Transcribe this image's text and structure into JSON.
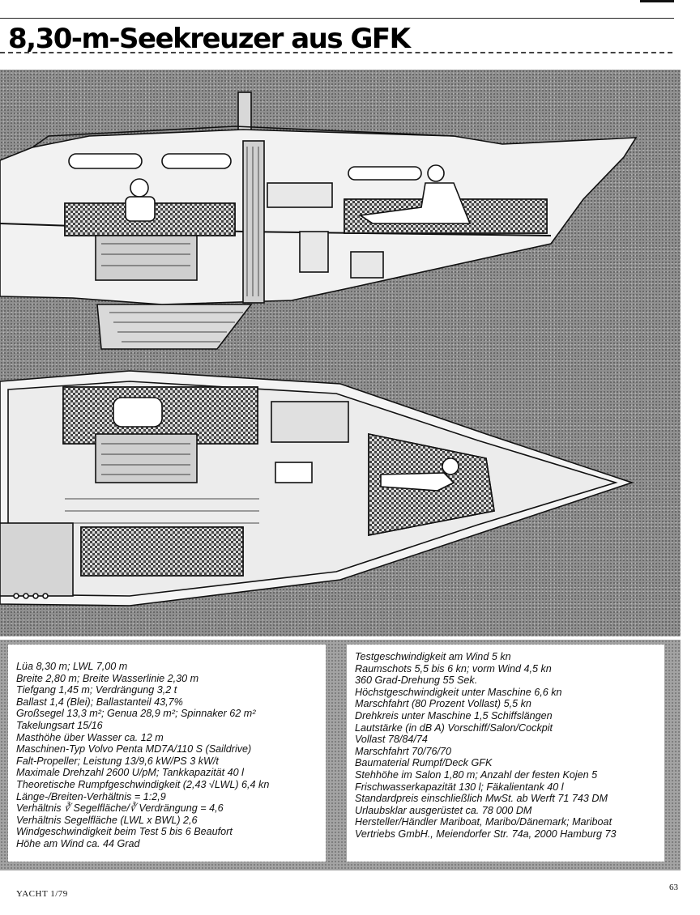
{
  "headline": "8,30-m-Seekreuzer aus GFK",
  "specs_left": [
    "Lüa 8,30 m; LWL 7,00 m",
    "Breite 2,80 m; Breite Wasserlinie 2,30 m",
    "Tiefgang 1,45 m; Verdrängung 3,2 t",
    "Ballast 1,4 (Blei); Ballastanteil 43,7%",
    "Großsegel 13,3 m²; Genua 28,9 m²; Spinnaker 62 m²",
    "Takelungsart 15/16",
    "Masthöhe über Wasser ca. 12 m",
    "Maschinen-Typ Volvo Penta MD7A/110 S (Saildrive)",
    "Falt-Propeller; Leistung 13/9,6 kW/PS 3 kW/t",
    "Maximale Drehzahl 2600 U/pM; Tankkapazität 40 l",
    "Theoretische Rumpfgeschwindigkeit (2,43 √LWL) 6,4 kn",
    "Länge-/Breiten-Verhältnis = 1:2,9",
    "Verhältnis ∛ Segelfläche/∛ Verdrängung = 4,6",
    "Verhältnis Segelfläche (LWL x BWL) 2,6",
    "Windgeschwindigkeit beim Test 5 bis 6 Beaufort",
    "Höhe am Wind ca. 44 Grad"
  ],
  "specs_right": [
    "Testgeschwindigkeit am Wind 5 kn",
    "Raumschots 5,5 bis 6 kn; vorm Wind 4,5 kn",
    "360 Grad-Drehung 55 Sek.",
    "Höchstgeschwindigkeit unter Maschine 6,6 kn",
    "Marschfahrt (80 Prozent Vollast) 5,5 kn",
    "Drehkreis unter Maschine 1,5 Schiffslängen",
    "Lautstärke (in dB A) Vorschiff/Salon/Cockpit",
    "Vollast 78/84/74",
    "Marschfahrt 70/76/70",
    "Baumaterial Rumpf/Deck GFK",
    "Stehhöhe im Salon 1,80 m; Anzahl der festen Kojen 5",
    "Frischwasserkapazität 130 l; Fäkalientank 40 l",
    "Standardpreis einschließlich MwSt. ab Werft 71 743 DM",
    "Urlaubsklar ausgerüstet ca. 78 000 DM",
    "Hersteller/Händler Mariboat, Maribo/Dänemark; Mariboat",
    "Vertriebs GmbH., Meiendorfer Str. 74a, 2000 Hamburg 73"
  ],
  "footer": {
    "magazine": "YACHT 1/79",
    "page_number": "63"
  }
}
